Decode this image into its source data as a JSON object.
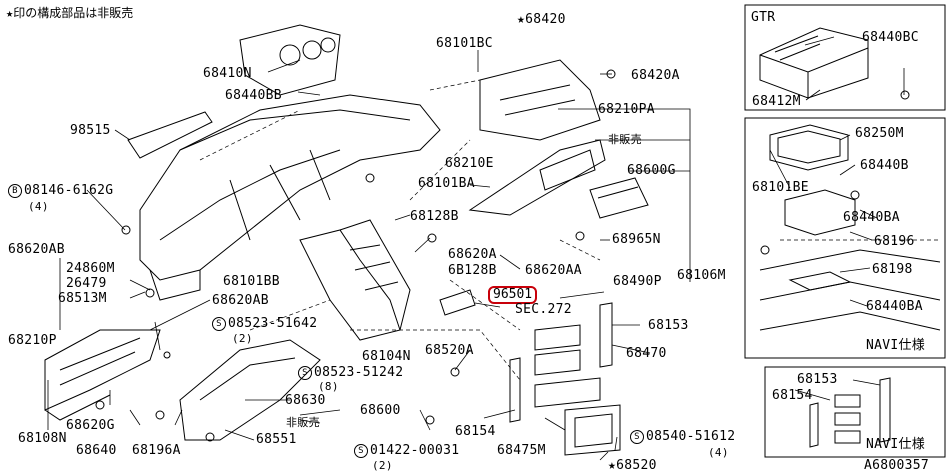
{
  "header_note": "★印の構成部品は非販売",
  "labels": {
    "p68420": "★68420",
    "p68101bc": "68101BC",
    "p68420a": "68420A",
    "p68410n": "68410N",
    "p68440bb": "68440BB",
    "p98515": "98515",
    "p68210pa": "68210PA",
    "hihanbai1": "非販売",
    "p68210e": "68210E",
    "p08146": "08146-6162G",
    "p08146q": "(4)",
    "p68101ba": "68101BA",
    "p68600g": "68600G",
    "p68128b": "68128B",
    "p68965n": "68965N",
    "p68620ab1": "68620AB",
    "p24860m": "24860M",
    "p26479": "26479",
    "p68513m": "68513M",
    "p68620a1": "68620A",
    "p6b128b": "6B128B",
    "p68620aa": "68620AA",
    "p68490p": "68490P",
    "p68106m": "68106M",
    "p68101bb": "68101BB",
    "p68620ab2": "68620AB",
    "p96501": "96501",
    "sec272": "SEC.272",
    "p08523a": "08523-51642",
    "p08523aq": "(2)",
    "p68153a": "68153",
    "p68210p": "68210P",
    "p68104n": "68104N",
    "p68470": "68470",
    "p68520a": "68520A",
    "p08523b": "08523-51242",
    "p08523bq": "(8)",
    "p68630": "68630",
    "p68600": "68600",
    "hihanbai2": "非販売",
    "p68108n": "68108N",
    "p68620g": "68620G",
    "p68640": "68640",
    "p68196a": "68196A",
    "p68551": "68551",
    "p68154a": "68154",
    "p68475m": "68475M",
    "p08540": "08540-51612",
    "p08540q": "(4)",
    "p01422": "01422-00031",
    "p01422q": "(2)",
    "p68520": "★68520",
    "gtr_title": "GTR",
    "p68440bc": "68440BC",
    "p68412m": "68412M",
    "p68250m": "68250M",
    "p68101be": "68101BE",
    "p68440b": "68440B",
    "p68440ba1": "68440BA",
    "p68196": "68196",
    "p68198": "68198",
    "p68440ba2": "68440BA",
    "navi1": "NAVI仕様",
    "p68153b": "68153",
    "p68154b": "68154",
    "navi2": "NAVI仕様",
    "diagram_code": "A6800357"
  },
  "circled": {
    "b": "B",
    "s": "S"
  },
  "colors": {
    "ink": "#000000",
    "highlight": "#c8000a"
  }
}
